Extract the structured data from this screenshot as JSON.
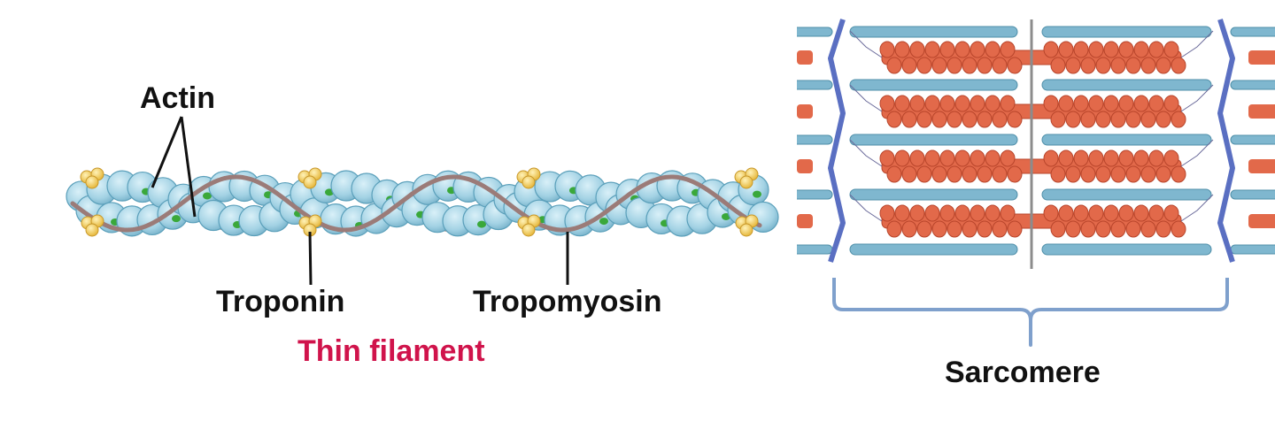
{
  "thin_filament": {
    "labels": {
      "actin": "Actin",
      "troponin": "Troponin",
      "tropomyosin": "Tropomyosin",
      "caption": "Thin filament"
    }
  },
  "sarcomere": {
    "caption": "Sarcomere"
  },
  "colors": {
    "actin_fill": "#a9d6e8",
    "actin_stroke": "#5a9fba",
    "actin_spot": "#3aa83a",
    "tropomyosin": "#9b7b78",
    "troponin": "#f2c84b",
    "myosin": "#e2694a",
    "z_disc": "#5a6fc2",
    "thin_filament_sarcomere": "#7fb7cf",
    "brace": "#7fa0cc",
    "caption_red": "#d0134b"
  }
}
